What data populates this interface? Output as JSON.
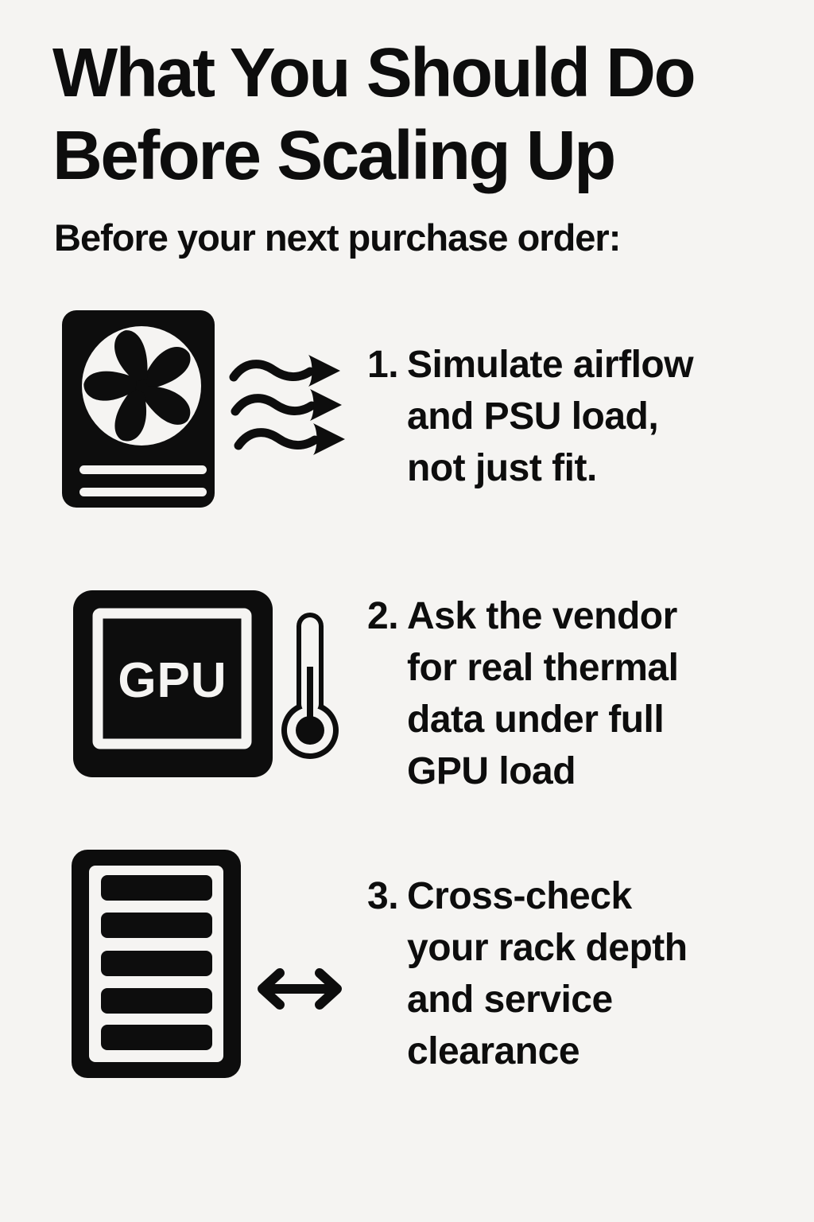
{
  "page": {
    "title": "What You Should Do\nBefore Scaling Up",
    "subtitle": "Before your next purchase order:"
  },
  "items": [
    {
      "number": "1.",
      "text": "Simulate airflow\nand PSU load,\nnot just fit.",
      "icon": "psu-fan-icon",
      "connector": "airflow-arrows-icon"
    },
    {
      "number": "2.",
      "text": "Ask the vendor\nfor real thermal\ndata under full\nGPU load",
      "icon": "gpu-chip-icon",
      "connector": "thermometer-icon",
      "chip_label": "GPU"
    },
    {
      "number": "3.",
      "text": "Cross-check\nyour rack depth\nand service\nclearance",
      "icon": "server-rack-icon",
      "connector": "double-arrow-icon"
    }
  ],
  "colors": {
    "background": "#f5f4f2",
    "ink": "#0d0d0d"
  }
}
